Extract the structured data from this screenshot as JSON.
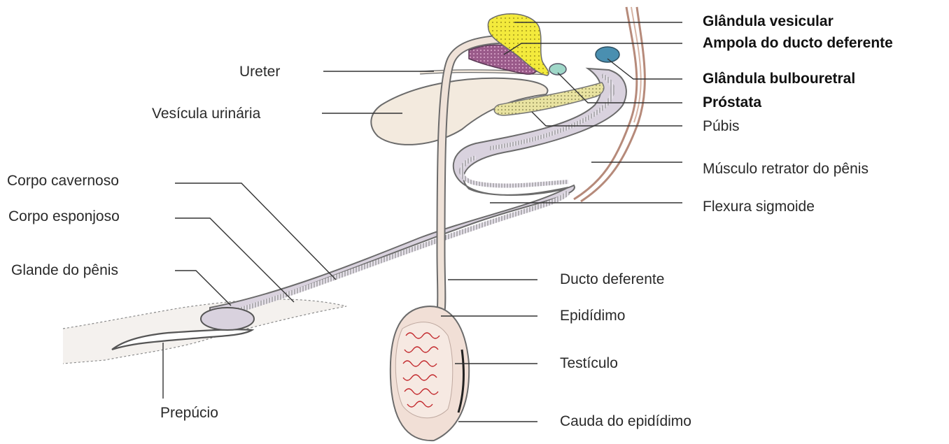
{
  "labels": {
    "glandula_vesicular": "Glândula vesicular",
    "ampola": "Ampola do ducto deferente",
    "bulbouretral": "Glândula bulbouretral",
    "prostata": "Próstata",
    "pubis": "Púbis",
    "musculo_retrator": "Músculo retrator do pênis",
    "flexura": "Flexura sigmoide",
    "ureter": "Ureter",
    "vesicula": "Vesícula urinária",
    "corpo_cavernoso": "Corpo cavernoso",
    "corpo_esponjoso": "Corpo esponjoso",
    "glande": "Glande do pênis",
    "prepucio": "Prepúcio",
    "ducto_deferente": "Ducto deferente",
    "epididimo": "Epidídimo",
    "testiculo": "Testículo",
    "cauda": "Cauda do epidídimo"
  },
  "colors": {
    "penis": "#d9d2de",
    "outline": "#6b6b6b",
    "vesicular": "#f3ea3c",
    "ampola": "#9a5a8a",
    "bulbouretral": "#4a8fb0",
    "prostata": "#9fd7c8",
    "pubis": "#e9e3a1",
    "bladder": "#f3eade",
    "testis": "#f1dfd6",
    "tubules": "#c2262a",
    "leader": "#333333"
  }
}
